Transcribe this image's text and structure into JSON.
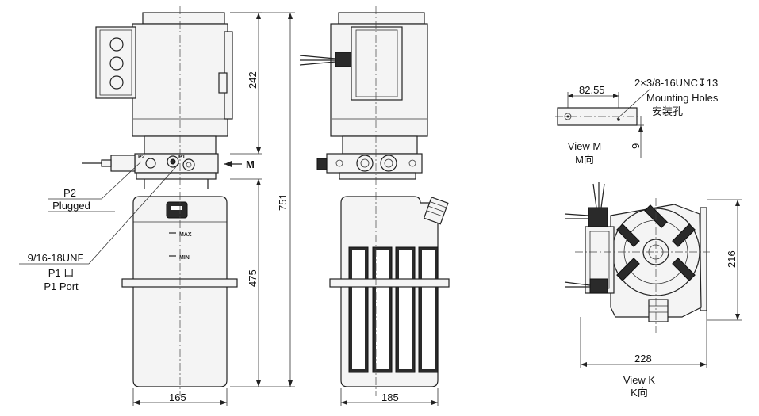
{
  "views": {
    "front": {
      "dim_width": "165",
      "dim_motor_height": "242",
      "dim_total_height": "751",
      "dim_tank_height": "475",
      "label_max": "MAX",
      "label_min": "MIN",
      "label_m": "M",
      "label_p1": "P1",
      "label_p2": "P2",
      "callout_p2_line1": "P2",
      "callout_p2_line2": "Plugged",
      "callout_p1_line1": "9/16-18UNF",
      "callout_p1_line2": "P1 口",
      "callout_p1_line3": "P1 Port"
    },
    "side": {
      "dim_width": "185"
    },
    "view_m": {
      "dim_length": "82.55",
      "dim_height": "9",
      "holes_line1": "2×3/8-16UNC↧13",
      "holes_line2": "Mounting Holes",
      "holes_line3": "安装孔",
      "title": "View M",
      "title_cn": "M向"
    },
    "view_k": {
      "dim_width": "228",
      "dim_height": "216",
      "title": "View K",
      "title_cn": "K向"
    }
  }
}
